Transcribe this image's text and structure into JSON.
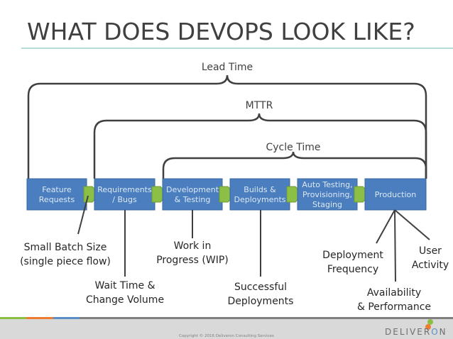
{
  "title": "WHAT DOES DEVOPS LOOK LIKE?",
  "brackets": [
    {
      "label": "Lead Time"
    },
    {
      "label": "MTTR"
    },
    {
      "label": "Cycle Time"
    }
  ],
  "stages": [
    {
      "lines": [
        "Feature",
        "Requests"
      ]
    },
    {
      "lines": [
        "Requirements",
        "/ Bugs"
      ]
    },
    {
      "lines": [
        "Development",
        "& Testing"
      ]
    },
    {
      "lines": [
        "Builds &",
        "Deployments"
      ]
    },
    {
      "lines": [
        "Auto Testing,",
        "Provisioning,",
        "Staging"
      ]
    },
    {
      "lines": [
        "Production"
      ]
    }
  ],
  "annotations": [
    {
      "lines": [
        "Small Batch Size",
        "(single piece flow)"
      ]
    },
    {
      "lines": [
        "Wait Time &",
        "Change Volume"
      ]
    },
    {
      "lines": [
        "Work in",
        "Progress (WIP)"
      ]
    },
    {
      "lines": [
        "Successful",
        "Deployments"
      ]
    },
    {
      "lines": [
        "Deployment",
        "Frequency"
      ]
    },
    {
      "lines": [
        "Availability",
        "& Performance"
      ]
    },
    {
      "lines": [
        "User",
        "Activity"
      ]
    }
  ],
  "footer": {
    "copyright": "Copyright © 2016 Deliveron Consulting Services",
    "logo": "DELIVERON"
  },
  "colors": {
    "box": "#4a7ebf",
    "box_border": "#3a67a0",
    "arrow": "#8cbf45",
    "title": "#404040",
    "footer_bg": "#d9d9d9"
  }
}
